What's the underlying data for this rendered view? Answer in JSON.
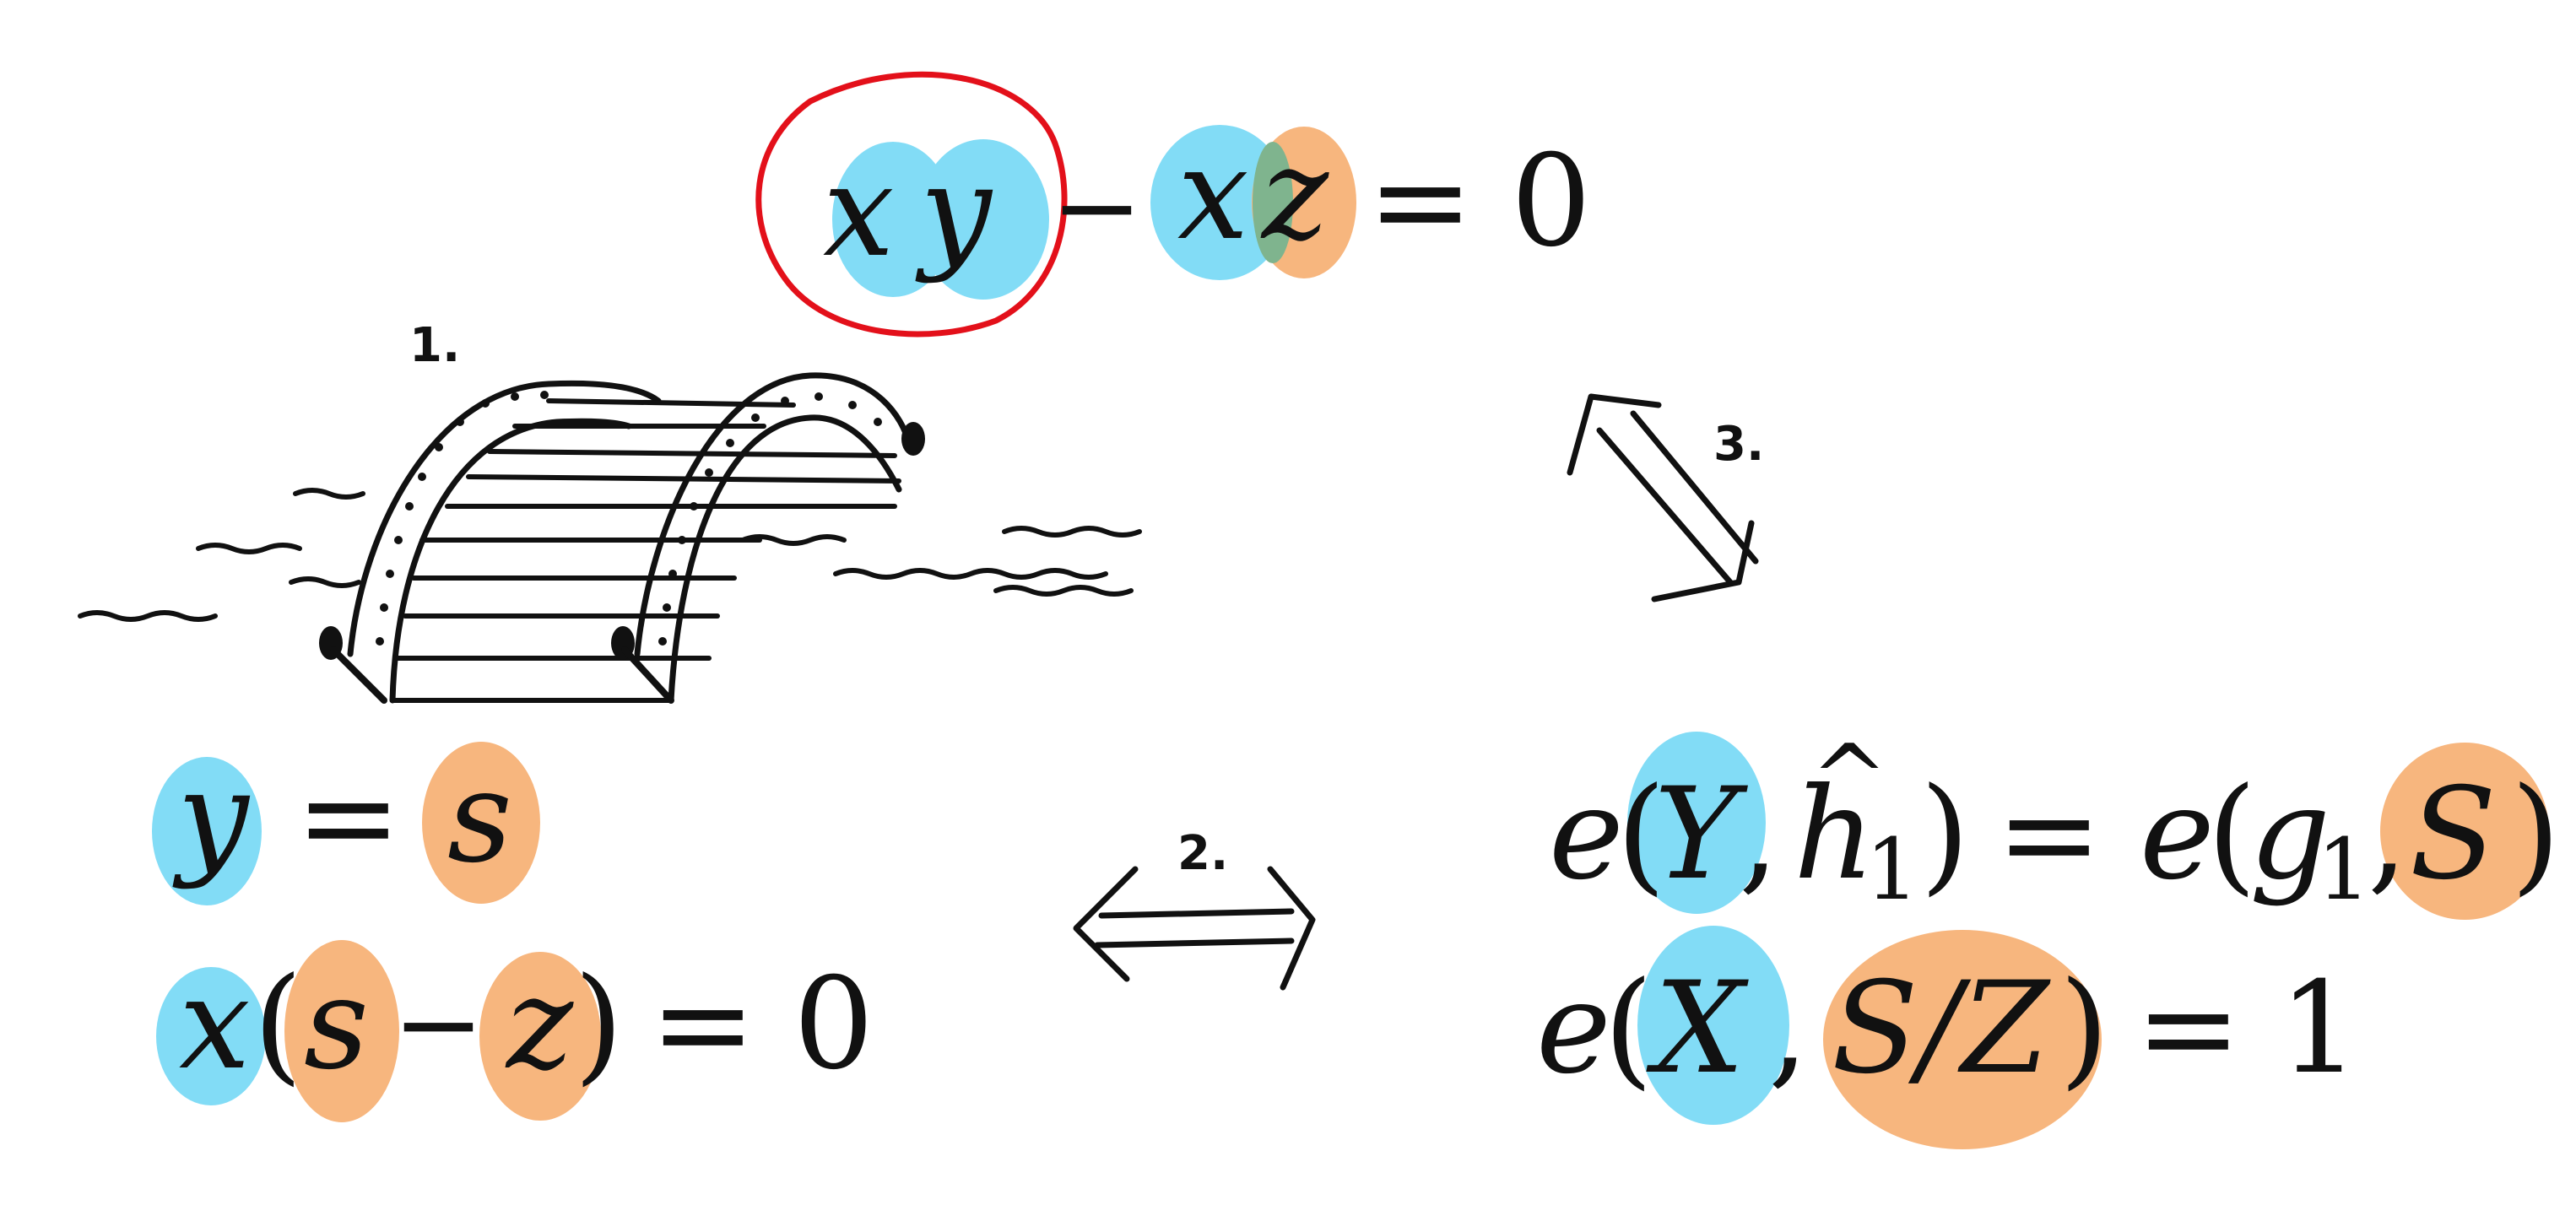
{
  "colors": {
    "cyan": "#82dcf6",
    "orange": "#f7b67e",
    "mixed": "#7fb48e",
    "red": "#e3101a",
    "ink": "#111111"
  },
  "top_equation": {
    "x": "x",
    "y": "y",
    "minus": "−",
    "z": "z",
    "equals": "=",
    "zero": "0"
  },
  "step_labels": {
    "one": "1.",
    "two": "2.",
    "three": "3."
  },
  "left_equation_1": {
    "y": "y",
    "equals": "=",
    "s": "s"
  },
  "left_equation_2": {
    "x": "x",
    "open_paren": "(",
    "s": "s",
    "minus": "−",
    "z": "z",
    "close_paren": ")",
    "equals": "=",
    "zero": "0"
  },
  "right_equation_1": {
    "e1": "e",
    "open1": "(",
    "Y": "Y",
    "comma1": ",",
    "h": "h",
    "hat": "^",
    "h_sub": "1",
    "close1": ")",
    "equals": "=",
    "e2": "e",
    "open2": "(",
    "g": "g",
    "g_sub": "1",
    "comma2": ",",
    "S": "S",
    "close2": ")"
  },
  "right_equation_2": {
    "e": "e",
    "open": "(",
    "X": "X",
    "comma": ",",
    "SZ": "S/Z",
    "close": ")",
    "equals": "=",
    "one": "1"
  },
  "icons": {
    "bridge": "bridge-drawing-icon",
    "double_arrow_horizontal": "double-arrow-left-right-icon",
    "double_arrow_diagonal": "double-arrow-diagonal-icon"
  }
}
